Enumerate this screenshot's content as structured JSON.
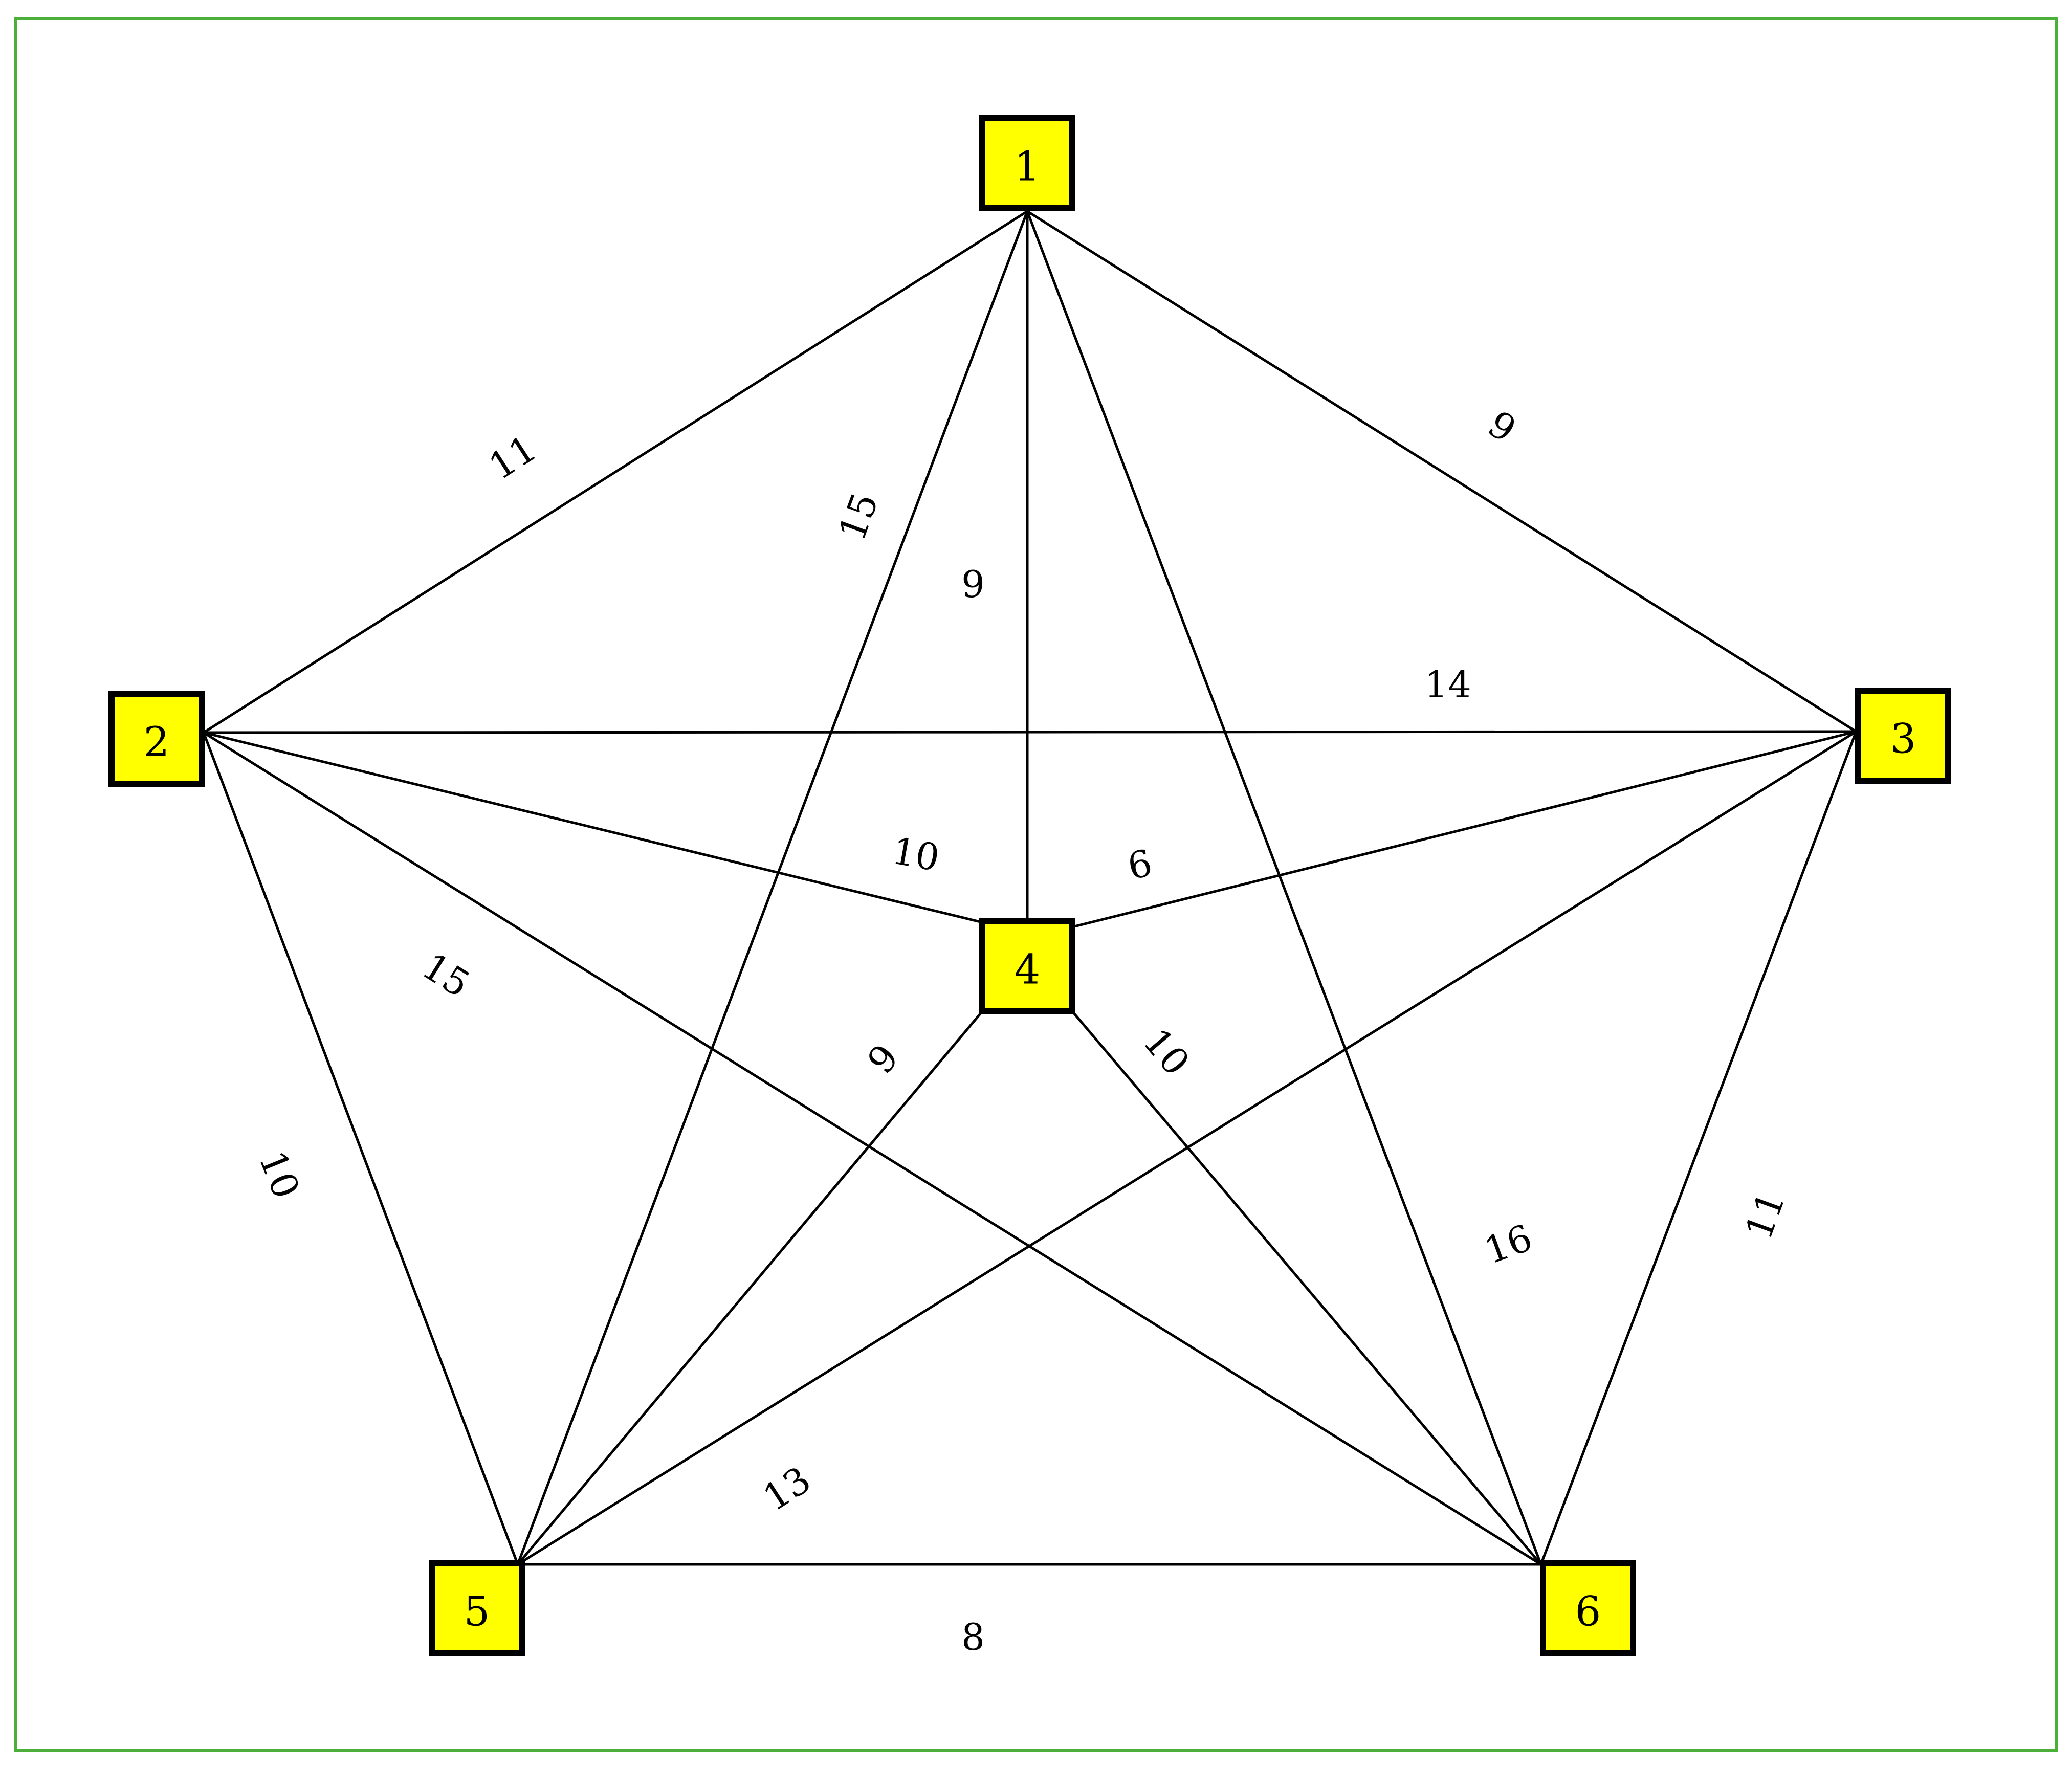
{
  "graph": {
    "colors": {
      "node_fill": "#ffff00",
      "node_border": "#000000",
      "edge": "#000000",
      "frame": "#4caf3a",
      "background": "#ffffff"
    },
    "nodes": [
      {
        "id": "1",
        "label": "1"
      },
      {
        "id": "2",
        "label": "2"
      },
      {
        "id": "3",
        "label": "3"
      },
      {
        "id": "4",
        "label": "4"
      },
      {
        "id": "5",
        "label": "5"
      },
      {
        "id": "6",
        "label": "6"
      }
    ],
    "edges": [
      {
        "from": "1",
        "to": "2",
        "weight": "11"
      },
      {
        "from": "1",
        "to": "3",
        "weight": "9"
      },
      {
        "from": "1",
        "to": "4",
        "weight": "9"
      },
      {
        "from": "1",
        "to": "5",
        "weight": "15"
      },
      {
        "from": "1",
        "to": "6",
        "weight": "16"
      },
      {
        "from": "2",
        "to": "3",
        "weight": "14"
      },
      {
        "from": "2",
        "to": "4",
        "weight": "10"
      },
      {
        "from": "2",
        "to": "5",
        "weight": "10"
      },
      {
        "from": "2",
        "to": "6",
        "weight": "15"
      },
      {
        "from": "3",
        "to": "4",
        "weight": "6"
      },
      {
        "from": "3",
        "to": "5",
        "weight": "13"
      },
      {
        "from": "3",
        "to": "6",
        "weight": "11"
      },
      {
        "from": "4",
        "to": "5",
        "weight": "9"
      },
      {
        "from": "4",
        "to": "6",
        "weight": "10"
      },
      {
        "from": "5",
        "to": "6",
        "weight": "8"
      }
    ]
  }
}
